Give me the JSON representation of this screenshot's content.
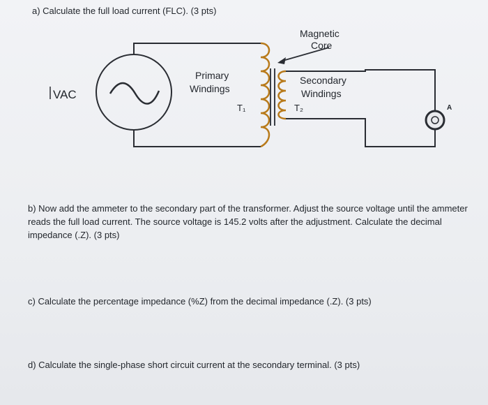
{
  "questions": {
    "a": "a) Calculate the full load current (FLC). (3 pts)",
    "b": "b) Now add the ammeter to the secondary part of the transformer. Adjust the source voltage until the ammeter reads the full load current. The source voltage is 145.2 volts after the adjustment. Calculate the decimal impedance (.Z). (3 pts)",
    "c": "c) Calculate the percentage impedance (%Z) from the decimal impedance (.Z). (3 pts)",
    "d": "d) Calculate the single-phase short circuit current at the secondary terminal. (3 pts)"
  },
  "diagram": {
    "source_label": "VAC",
    "core_label_line1": "Magnetic",
    "core_label_line2": "Core",
    "primary_line1": "Primary",
    "primary_line2": "Windings",
    "primary_tag": "T₁",
    "secondary_line1": "Secondary",
    "secondary_line2": "Windings",
    "secondary_tag": "T₂",
    "ammeter_unit": "A",
    "colors": {
      "wire": "#2a2d33",
      "coil": "#b87a1a",
      "core": "#3a3d44"
    }
  }
}
